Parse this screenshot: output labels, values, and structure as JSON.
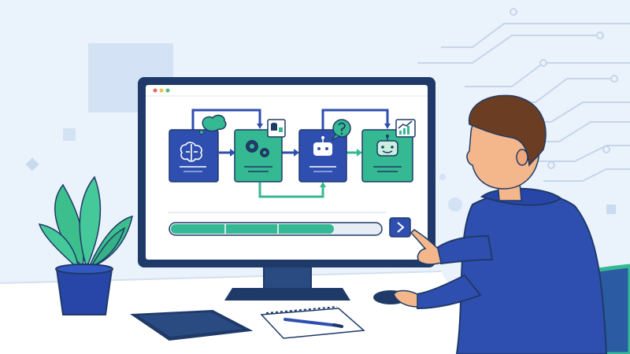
{
  "illustration": {
    "subject": "person-at-desktop-workflow",
    "colors": {
      "background": "#eaf2fb",
      "navy": "#1f3a68",
      "blue": "#2f4fb0",
      "teal": "#35b993",
      "light_teal": "#c9efdf",
      "skin": "#f4b78c",
      "hair": "#6b3d22",
      "hoodie": "#2f4fb0",
      "desk": "#ffffff",
      "plant": "#3cbf8d",
      "pot": "#2746a8",
      "chair": "#2a5ba3"
    },
    "workflow": {
      "steps": [
        {
          "icon": "brain-icon",
          "fill": "#2f4fb0"
        },
        {
          "icon": "gears-icon",
          "fill": "#35b993"
        },
        {
          "icon": "robot-icon",
          "fill": "#2f4fb0"
        },
        {
          "icon": "robot-smile-icon",
          "fill": "#35b993"
        }
      ],
      "badges": [
        "thought-bubble-icon",
        "database-icon",
        "question-bubble-icon",
        "chart-icon"
      ]
    },
    "progress": {
      "segments_complete": 3,
      "fraction": 0.78
    }
  }
}
